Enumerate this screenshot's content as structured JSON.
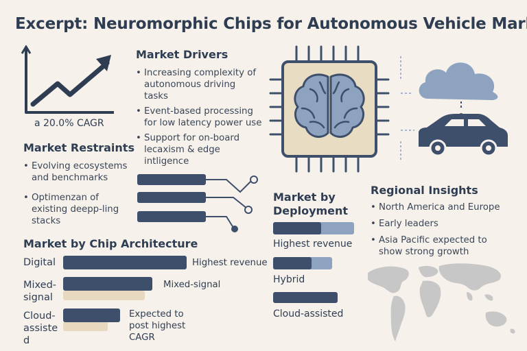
{
  "title": "Excerpt: Neuromorphic Chips for Autonomous Vehicle Market",
  "cagr_label": "a 20.0% CAGR",
  "drivers": {
    "heading": "Market Drivers",
    "items": [
      "Increasing complexity of autonomous driving tasks",
      "Event-based processing for low latency power use",
      "Support for on-board lecaxism & edge intligence"
    ]
  },
  "restraints": {
    "heading": "Market Restraints",
    "items": [
      "Evolving ecosystems and benchmarks",
      "Optimenzan of existing deepp-ling stacks"
    ]
  },
  "chip_architecture": {
    "heading": "Market by Chip Architecture",
    "rows": [
      {
        "category": "Digital",
        "note": "Highest revenue",
        "dark": 1.0,
        "light": 0.0
      },
      {
        "category": "Mixed-signal",
        "note": "Mixed-signal",
        "dark": 0.72,
        "light": 0.66
      },
      {
        "category": "Cloud-assisted",
        "note": "Expected to post highest CAGR",
        "dark": 0.46,
        "light": 0.36
      }
    ]
  },
  "deployment": {
    "heading": "Market by Deployment",
    "rows": [
      {
        "label": "Highest revenue",
        "dark": 0.59,
        "light": 1.0
      },
      {
        "label": "Hybrid",
        "dark": 0.59,
        "light": 1.0
      },
      {
        "label": "Cloud-assisted",
        "dark": 1.0,
        "light": 0.0
      }
    ]
  },
  "regional": {
    "heading": "Regional Insights",
    "items": [
      "North America and Europe",
      "Early leaders",
      "Asia Pacific expected to show strong growth"
    ]
  },
  "colors": {
    "navy": "#3e4f6b",
    "slate": "#8ea3c0",
    "beige": "#e6d9bf",
    "chip_fill": "#e8dcc3",
    "background": "#f6f1ea"
  }
}
